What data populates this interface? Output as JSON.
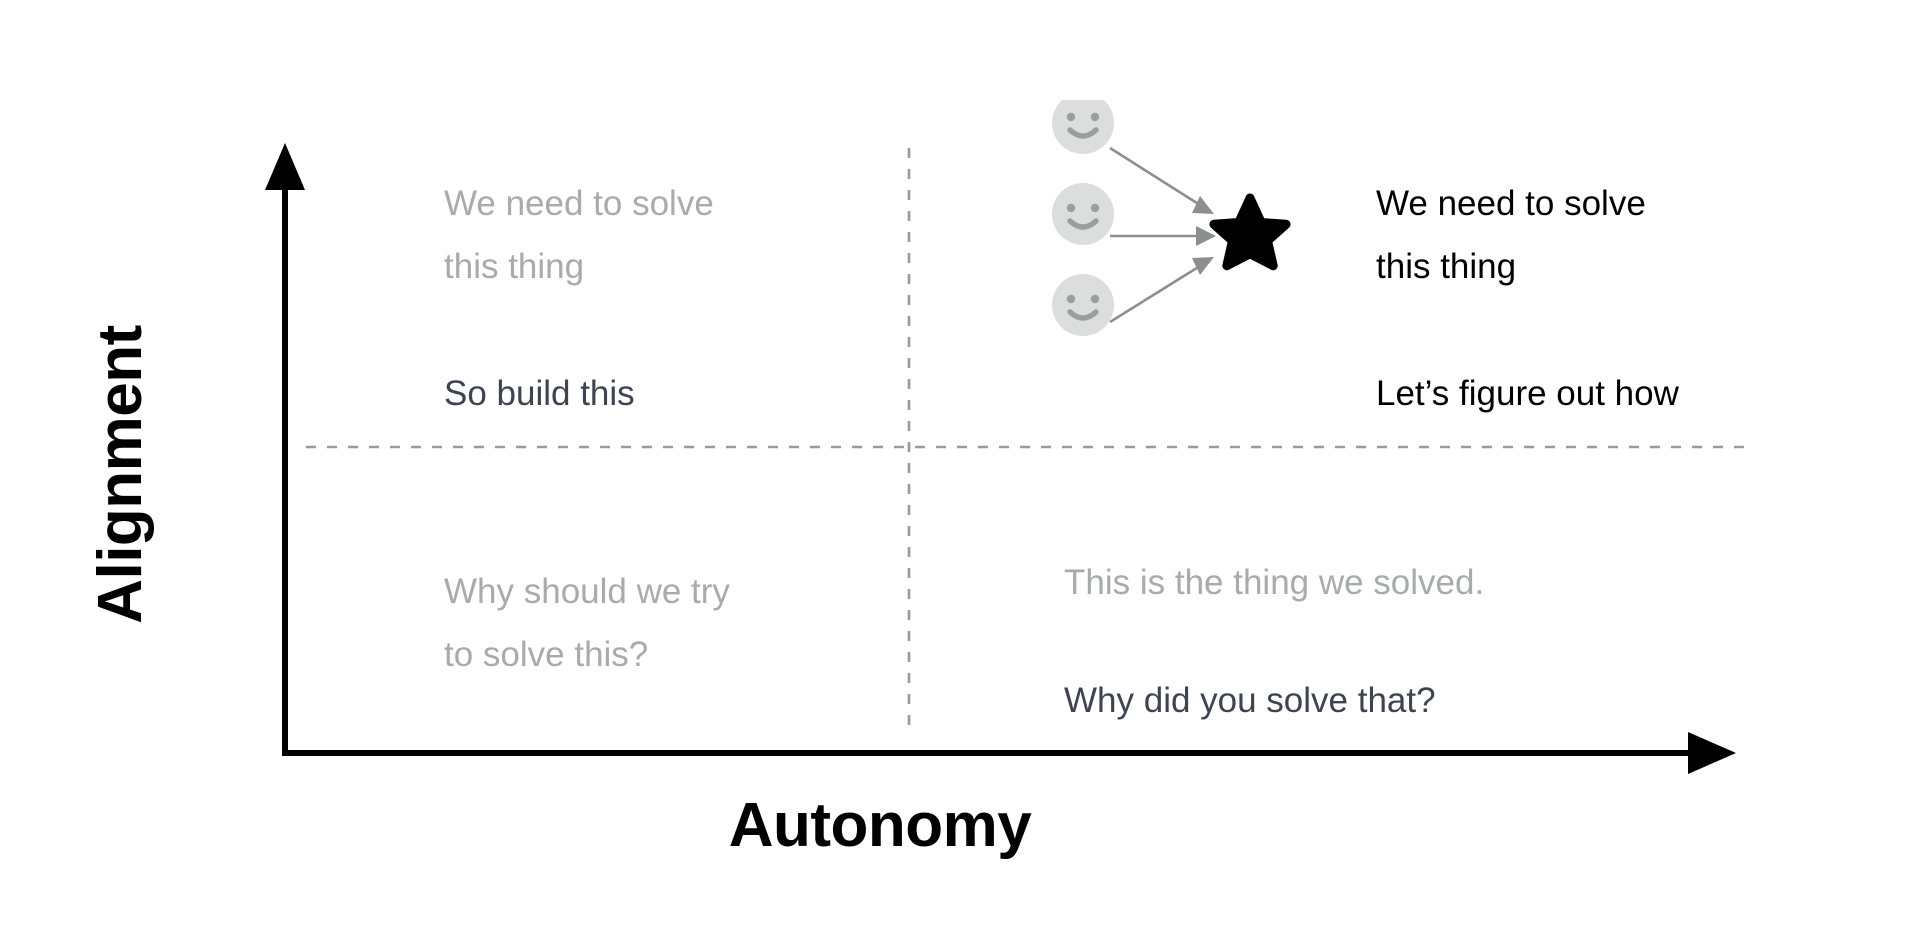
{
  "chart_data": {
    "type": "scatter",
    "title": "",
    "xlabel": "Autonomy",
    "ylabel": "Alignment",
    "grid": true,
    "legend": "none",
    "quadrants": [
      {
        "name": "high-alignment-low-autonomy",
        "position": "top-left",
        "lines": [
          {
            "text": "We need to solve\nthis thing",
            "tone": "muted"
          },
          {
            "text": "So build this",
            "tone": "strong"
          }
        ]
      },
      {
        "name": "high-alignment-high-autonomy",
        "position": "top-right",
        "lines": [
          {
            "text": "We need to solve\nthis thing",
            "tone": "black"
          },
          {
            "text": "Let’s figure out how",
            "tone": "black"
          }
        ]
      },
      {
        "name": "low-alignment-low-autonomy",
        "position": "bottom-left",
        "lines": [
          {
            "text": "Why should we try\nto solve this?",
            "tone": "muted"
          }
        ]
      },
      {
        "name": "low-alignment-high-autonomy",
        "position": "bottom-right",
        "lines": [
          {
            "text": "This is the thing we solved.",
            "tone": "muted"
          },
          {
            "text": "Why did you solve that?",
            "tone": "strong"
          }
        ]
      }
    ],
    "markers": [
      {
        "type": "person",
        "label": "person-1"
      },
      {
        "type": "person",
        "label": "person-2"
      },
      {
        "type": "person",
        "label": "person-3"
      },
      {
        "type": "goal",
        "label": "star-goal"
      }
    ]
  },
  "axes": {
    "y_label": "Alignment",
    "x_label": "Autonomy"
  },
  "quadrants": {
    "top_left": {
      "muted_line_1": "We need to solve",
      "muted_line_2": "this thing",
      "strong_line": "So build this"
    },
    "top_right": {
      "line_1": "We need to solve",
      "line_2": "this thing",
      "line_3": "Let’s figure out how"
    },
    "bottom_left": {
      "muted_line_1": "Why should we try",
      "muted_line_2": "to solve this?"
    },
    "bottom_right": {
      "muted_line": "This is the thing we solved.",
      "strong_line": "Why did you solve that?"
    }
  },
  "colors": {
    "axis": "#000000",
    "muted_text": "#a7abab",
    "strong_text": "#3d4450",
    "black_text": "#000000",
    "grid_dash": "#9a9a9a",
    "person_fill": "#dcdddd",
    "person_feature": "#9b9e9e",
    "arrow": "#8c8f8f",
    "star": "#000000"
  },
  "icons": {
    "person": "smiley-face-icon",
    "goal": "star-icon",
    "y_arrow": "arrow-up-icon",
    "x_arrow": "arrow-right-icon"
  }
}
